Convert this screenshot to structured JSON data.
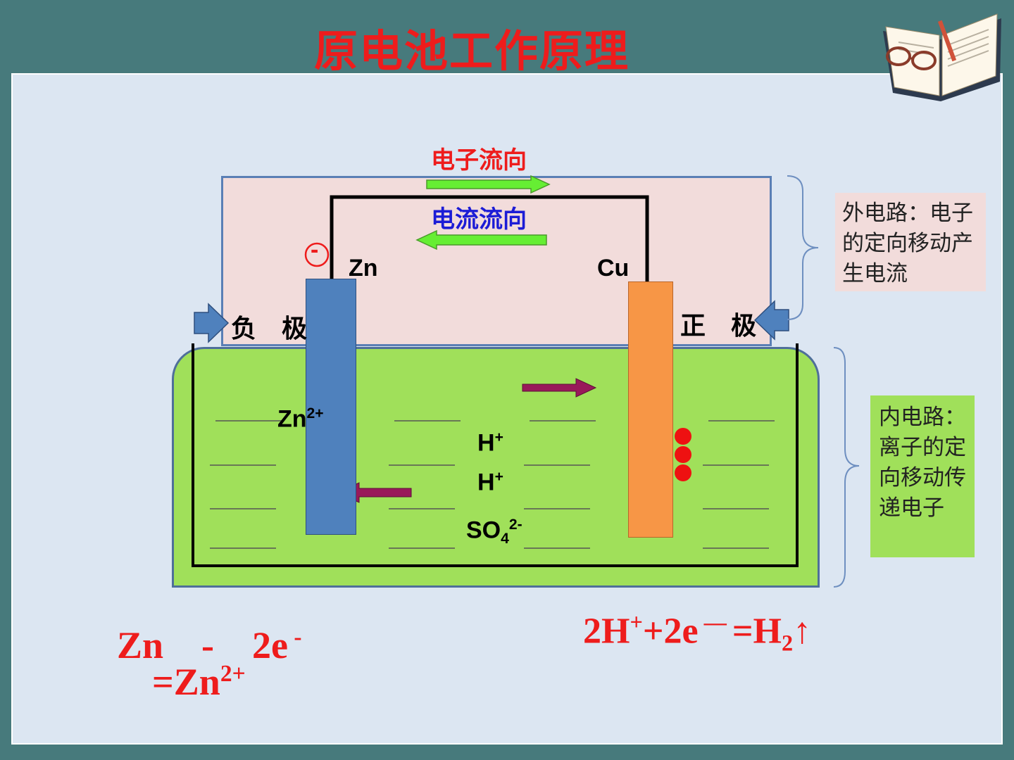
{
  "title": "原电池工作原理",
  "icons": {
    "book": "book-with-glasses-icon"
  },
  "external_circuit": {
    "electron_flow_label": "电子流向",
    "current_flow_label": "电流流向",
    "negative_sign": "-",
    "zn_label": "Zn",
    "cu_label": "Cu",
    "negative_pole_label": "负　极",
    "positive_pole_label": "正　极"
  },
  "solution": {
    "zn_ion_base": "Zn",
    "zn_ion_charge": "2+",
    "h_ion_1_base": "H",
    "h_ion_1_charge": "+",
    "h_ion_2_base": "H",
    "h_ion_2_charge": "+",
    "sulfate_base": "SO",
    "sulfate_sub": "4",
    "sulfate_charge": "2-"
  },
  "notes": {
    "outer_circuit": "外电路：电子的定向移动产生电流",
    "inner_circuit": "内电路：离子的定向移动传递电子"
  },
  "equations": {
    "negative_line1_a": "Zn　-　2e",
    "negative_line1_sup": " -",
    "negative_line2_a": "=Zn",
    "negative_line2_sup": "2+",
    "positive_a": "2H",
    "positive_sup1": "+",
    "positive_b": "+2e",
    "positive_sup2": " — ",
    "positive_c": "=H",
    "positive_sub": "2",
    "positive_d": "↑"
  },
  "colors": {
    "background": "#477a7c",
    "panel": "#dce6f2",
    "title": "#ee1c1c",
    "outer_box": "#f2dcdb",
    "electrolyte": "#a0e05a",
    "zinc": "#4f81bd",
    "copper": "#f79646",
    "green_arrow": "#66ee33",
    "purple_arrow": "#99195a",
    "bubble": "#ee1111"
  }
}
